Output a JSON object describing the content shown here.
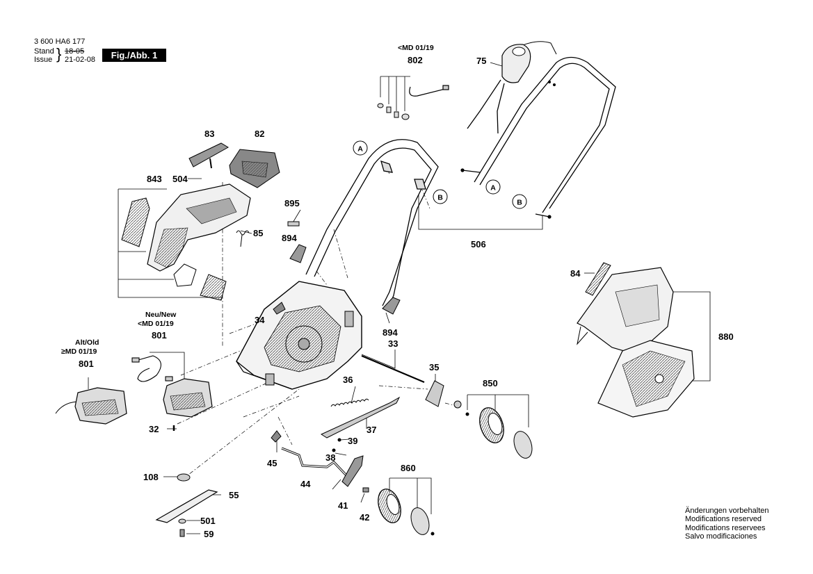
{
  "header": {
    "doc_number": "3 600 HA6 177",
    "stand_label": "Stand",
    "stand_date": "18-05",
    "issue_label": "Issue",
    "issue_date": "21-02-08",
    "figure_badge": "Fig./Abb. 1"
  },
  "part_labels": {
    "p75": "75",
    "p802": "802",
    "p83": "83",
    "p82": "82",
    "p504": "504",
    "p843": "843",
    "p85": "85",
    "p895": "895",
    "p894a": "894",
    "p894b": "894",
    "p506": "506",
    "p34": "34",
    "p33": "33",
    "p35": "35",
    "p801a": "801",
    "p801b": "801",
    "p32": "32",
    "p36": "36",
    "p37": "37",
    "p39": "39",
    "p38": "38",
    "p45": "45",
    "p850": "850",
    "p84": "84",
    "p880": "880",
    "p108": "108",
    "p55": "55",
    "p44": "44",
    "p41": "41",
    "p42": "42",
    "p860": "860",
    "p501": "501",
    "p59": "59"
  },
  "callouts": {
    "A1": "A",
    "A2": "A",
    "B1": "B",
    "B2": "B"
  },
  "variant_labels": {
    "md802": "<MD 01/19",
    "neu_new": "Neu/New",
    "md801_new": "<MD 01/19",
    "alt_old": "Alt/Old",
    "md801_old": "≥MD 01/19"
  },
  "notice": {
    "line1": "Änderungen vorbehalten",
    "line2": "Modifications reserved",
    "line3": "Modifications reservees",
    "line4": "Salvo modificaciones"
  }
}
